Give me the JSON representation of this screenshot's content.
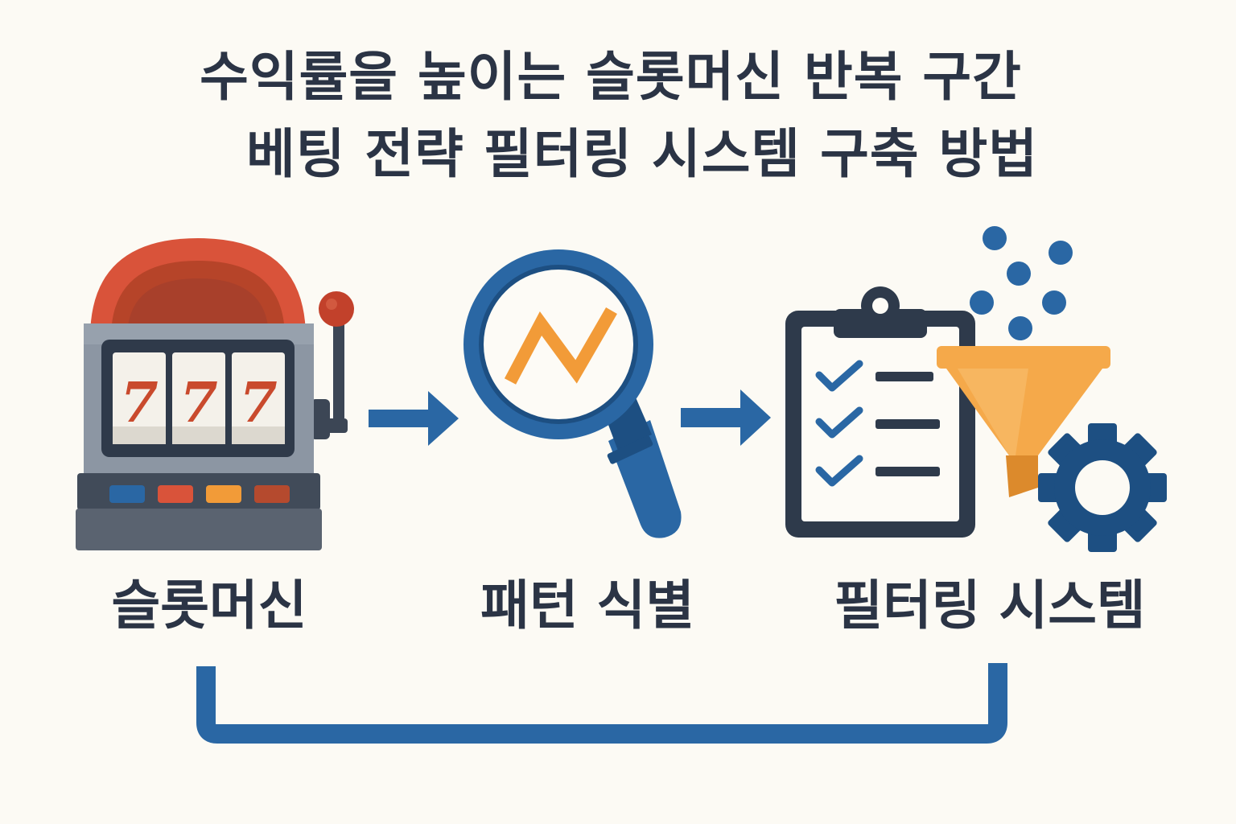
{
  "title": {
    "line1": "수익률을 높이는 슬롯머신 반복 구간",
    "line2": "베팅 전략 필터링 시스템 구축 방법"
  },
  "steps": [
    {
      "label": "슬롯머신",
      "icon": "slot-machine-icon"
    },
    {
      "label": "패턴 식별",
      "icon": "magnifier-chart-icon"
    },
    {
      "label": "필터링 시스템",
      "icon": "clipboard-funnel-gear-icon"
    }
  ],
  "slot_reels": [
    "7",
    "7",
    "7"
  ],
  "colors": {
    "background": "#fcfaf4",
    "text": "#2b3445",
    "blue": "#2a67a4",
    "dark_blue": "#1d4f82",
    "red": "#d9533a",
    "orange": "#f29b38",
    "funnel": "#f5a94a",
    "navy": "#2e3a4b",
    "grey": "#8c96a3"
  }
}
